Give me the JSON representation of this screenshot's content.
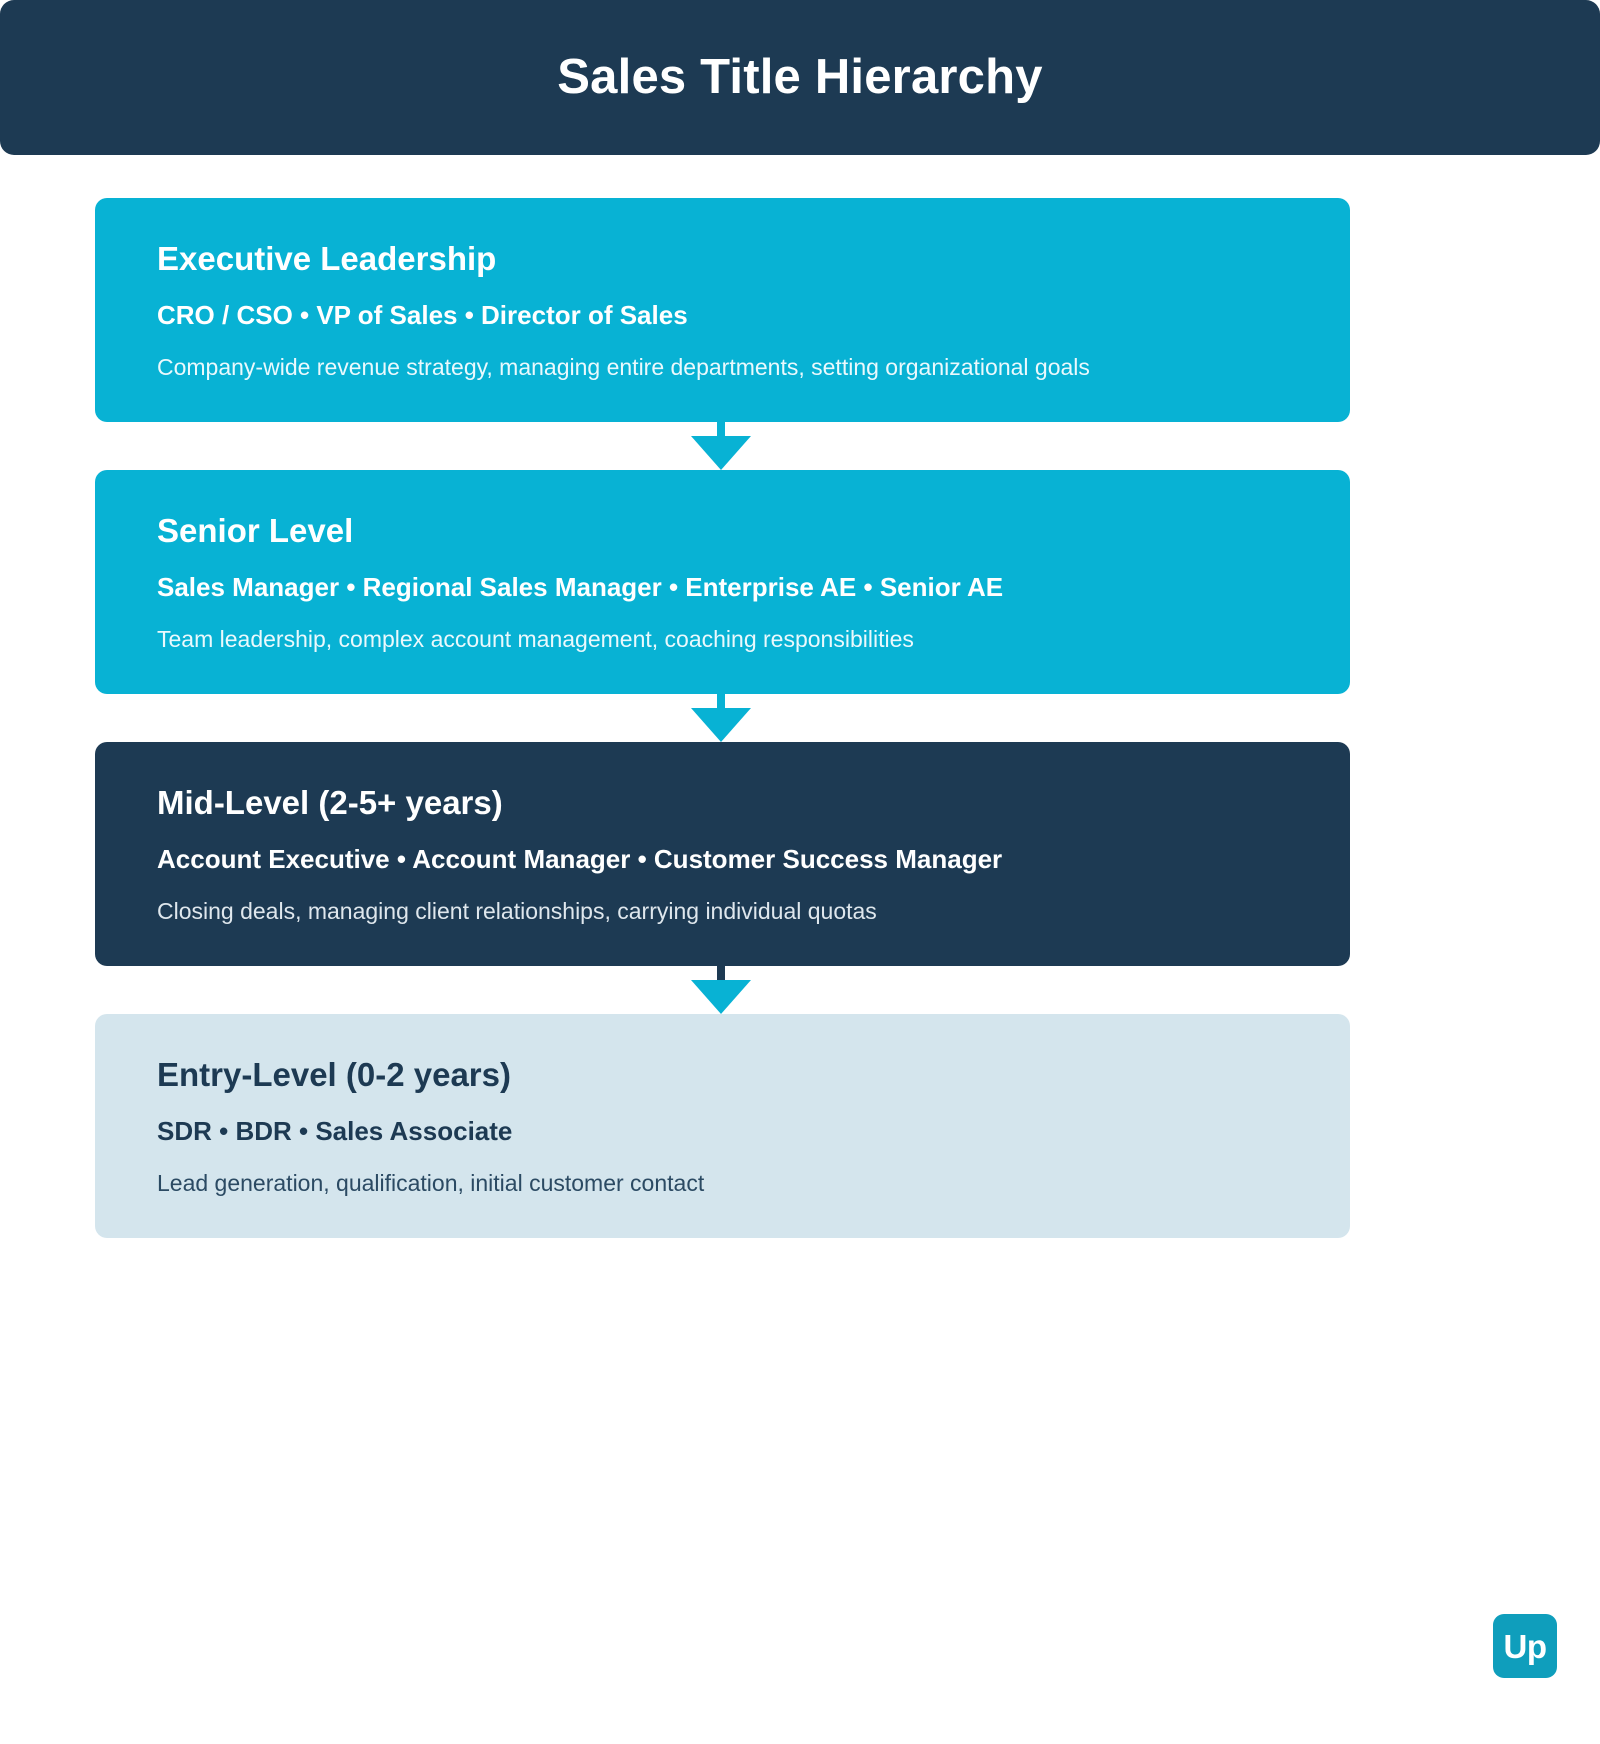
{
  "header": {
    "title": "Sales Title Hierarchy"
  },
  "colors": {
    "navy": "#1d3a53",
    "cyan": "#08b2d4",
    "light_blue": "#d4e5ed",
    "white": "#ffffff"
  },
  "levels": [
    {
      "title": "Executive Leadership",
      "roles": "CRO / CSO • VP of Sales • Director of Sales",
      "description": "Company-wide revenue strategy, managing entire departments, setting organizational goals",
      "style": "cyan"
    },
    {
      "title": "Senior Level",
      "roles": "Sales Manager • Regional Sales Manager • Enterprise AE • Senior AE",
      "description": "Team leadership, complex account management, coaching responsibilities",
      "style": "cyan"
    },
    {
      "title": "Mid-Level (2-5+ years)",
      "roles": "Account Executive • Account Manager • Customer Success Manager",
      "description": "Closing deals, managing client relationships, carrying individual quotas",
      "style": "navy"
    },
    {
      "title": "Entry-Level (0-2 years)",
      "roles": "SDR • BDR • Sales Associate",
      "description": "Lead generation, qualification, initial customer contact",
      "style": "lightblue"
    }
  ],
  "logo": {
    "text": "Up"
  }
}
